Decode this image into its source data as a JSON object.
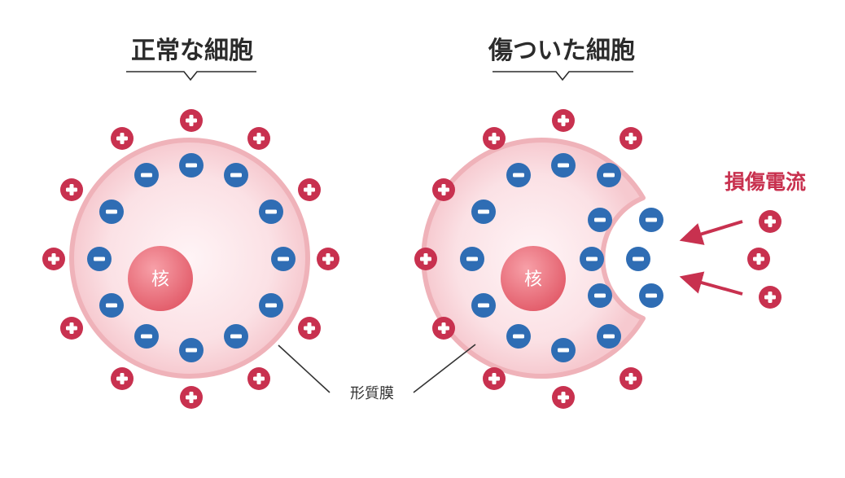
{
  "left_title": "正常な細胞",
  "right_title": "傷ついた細胞",
  "nucleus_label": "核",
  "injury_current_label": "損傷電流",
  "membrane_label": "形質膜",
  "colors": {
    "cell_fill": "#f6c9cf",
    "cell_inner": "#fde8ea",
    "membrane": "#efb2b9",
    "nucleus": "#ea6f7b",
    "positive": "#c8314f",
    "negative": "#2f6db4",
    "arrow": "#c8314f",
    "title_text": "#2b2b2b"
  },
  "icons": {
    "positive_ion": "plus-circle",
    "negative_ion": "minus-circle"
  }
}
